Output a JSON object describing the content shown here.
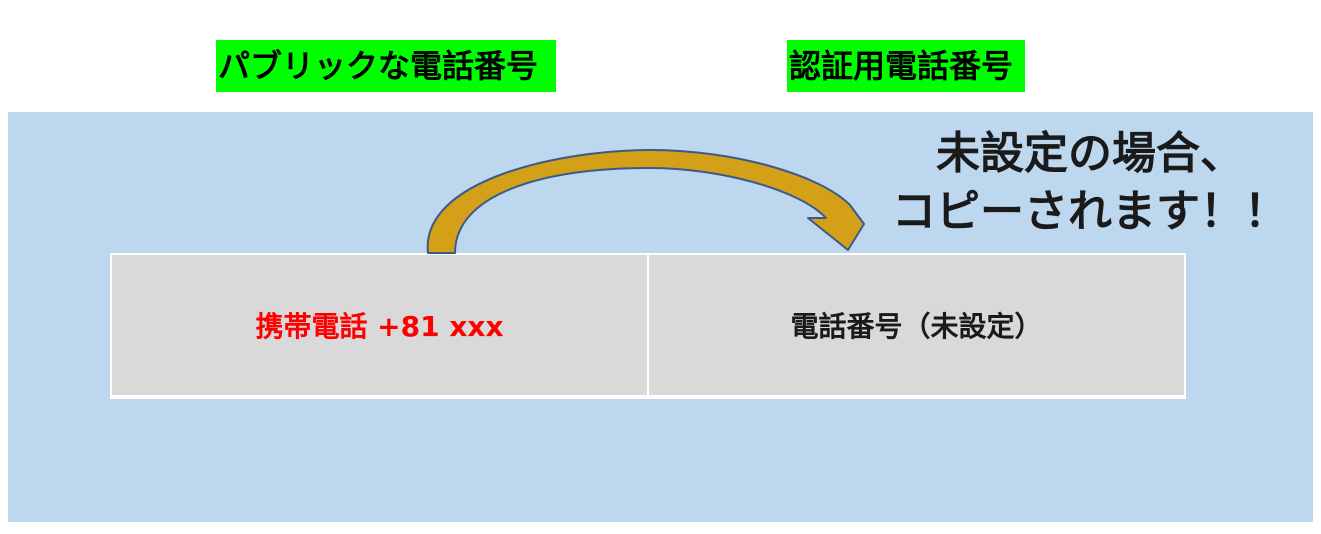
{
  "headers": {
    "public_phone_label": "パブリックな電話番号",
    "auth_phone_label": "認証用電話番号"
  },
  "note": {
    "line1": "未設定の場合、",
    "line2": "コピーされます！！"
  },
  "table": {
    "left_cell": "携帯電話 +81 xxx",
    "right_cell": "電話番号（未設定）"
  },
  "colors": {
    "header_highlight": "#00ff00",
    "panel_background": "#bdd7ee",
    "cell_background": "#d9d9d9",
    "left_cell_text": "#ff0000",
    "arrow_fill": "#d4a017",
    "arrow_outline": "#3b5a8a"
  },
  "icons": {
    "arrow": "curved-arrow-right"
  }
}
